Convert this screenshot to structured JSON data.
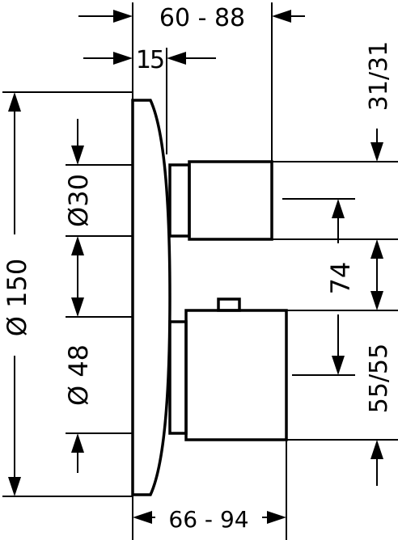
{
  "dimensions": {
    "top_depth_range": "60 - 88",
    "top_offset": "15",
    "bottom_depth_range": "66 - 94",
    "plate_diameter": "Ø 150",
    "upper_diameter": "Ø30",
    "lower_diameter": "Ø 48",
    "vertical_spacing": "74",
    "right_upper_height": "31/31",
    "right_lower_height": "55/55"
  }
}
